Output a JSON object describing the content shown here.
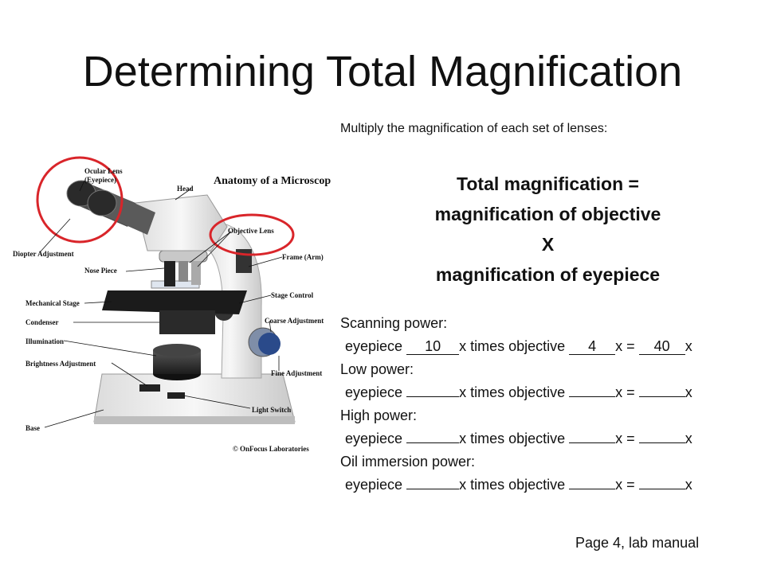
{
  "slide": {
    "title": "Determining Total Magnification",
    "intro": "Multiply the magnification of each set of lenses:",
    "formula": {
      "line1": "Total magnification =",
      "line2": "magnification of objective",
      "line3": "X",
      "line4": "magnification of eyepiece"
    },
    "footer": "Page 4, lab manual"
  },
  "figure": {
    "title": "Anatomy of a Microscope",
    "copyright": "© OnFocus Laboratories",
    "labels": {
      "ocular_lens": "Ocular Lens",
      "eyepiece": "(Eyepiece)",
      "head": "Head",
      "objective_lens": "Objective Lens",
      "diopter": "Diopter Adjustment",
      "nose_piece": "Nose Piece",
      "frame": "Frame (Arm)",
      "stage_control": "Stage Control",
      "mechanical_stage": "Mechanical Stage",
      "condenser": "Condenser",
      "coarse": "Coarse Adjustment",
      "illumination": "Illumination",
      "brightness": "Brightness Adjustment",
      "fine": "Fine Adjustment",
      "light_switch": "Light Switch",
      "base": "Base"
    }
  },
  "worksheet": {
    "eyepiece_word": "eyepiece",
    "times_objective": "x times objective",
    "equals": "x  =",
    "suffix": "x",
    "rows": [
      {
        "label": "Scanning power:",
        "eyepiece": "10",
        "objective": "4",
        "total": "40"
      },
      {
        "label": "Low power:",
        "eyepiece": "",
        "objective": "",
        "total": ""
      },
      {
        "label": "High power:",
        "eyepiece": "",
        "objective": "",
        "total": ""
      },
      {
        "label": "Oil immersion power:",
        "eyepiece": "",
        "objective": "",
        "total": ""
      }
    ]
  },
  "colors": {
    "highlight": "#d9252a",
    "knob": "#2a4a8a"
  }
}
